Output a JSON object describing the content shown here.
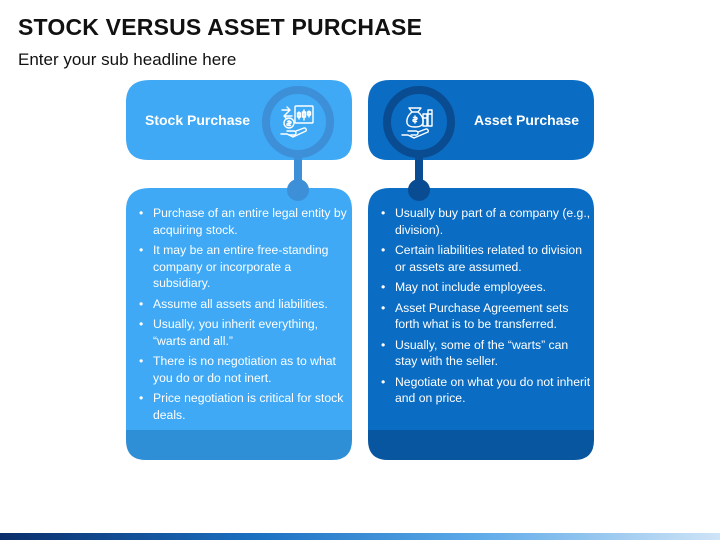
{
  "title": "STOCK VERSUS ASSET PURCHASE",
  "subtitle": "Enter your sub headline here",
  "colors": {
    "left_panel": "#3fa9f5",
    "left_footer": "#2e8fd6",
    "right_panel": "#0a6cc2",
    "right_footer": "#0856a0",
    "left_ring": "#3d8fd8",
    "right_ring": "#0a4c91"
  },
  "left": {
    "heading": "Stock Purchase",
    "icon": "stock-exchange-icon",
    "bullets": [
      "Purchase of an entire legal entity by acquiring stock.",
      "It may be an entire free-standing company or incorporate a subsidiary.",
      "Assume all assets and liabilities.",
      "Usually, you inherit everything, “warts and all.”",
      "There is no negotiation as to what you do or do not inert.",
      "Price negotiation is critical for stock deals."
    ]
  },
  "right": {
    "heading": "Asset Purchase",
    "icon": "money-bag-hand-icon",
    "bullets": [
      "Usually buy part of a company (e.g., division).",
      "Certain liabilities related to division or assets are assumed.",
      "May not include employees.",
      "Asset Purchase Agreement sets forth what is to be transferred.",
      "Usually, some of the “warts” can stay with the seller.",
      "Negotiate on what you do not inherit and on price."
    ]
  }
}
